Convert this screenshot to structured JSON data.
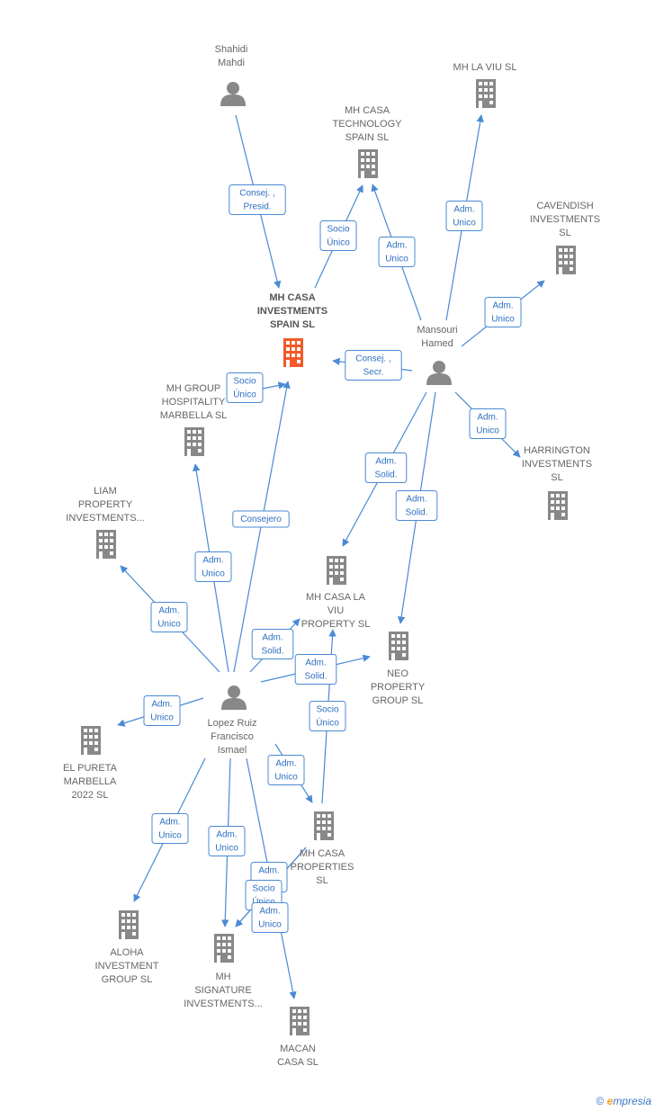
{
  "colors": {
    "edge": "#4a8ad4",
    "node": "#888888",
    "focus": "#f05a28",
    "label": "#666666"
  },
  "nodes": [
    {
      "id": "mhcasainv",
      "label": [
        "MH CASA",
        "INVESTMENTS",
        "SPAIN  SL"
      ],
      "kind": "company",
      "main": true
    },
    {
      "id": "shahidi",
      "label": [
        "Shahidi",
        "Mahdi"
      ],
      "kind": "person"
    },
    {
      "id": "mhlaviu",
      "label": [
        "MH LA VIU  SL"
      ],
      "kind": "company"
    },
    {
      "id": "mhcasatech",
      "label": [
        "MH CASA",
        "TECHNOLOGY",
        "SPAIN  SL"
      ],
      "kind": "company"
    },
    {
      "id": "cavendish",
      "label": [
        "CAVENDISH",
        "INVESTMENTS",
        "SL"
      ],
      "kind": "company"
    },
    {
      "id": "mansouri",
      "label": [
        "Mansouri",
        "Hamed"
      ],
      "kind": "person"
    },
    {
      "id": "harrington",
      "label": [
        "HARRINGTON",
        "INVESTMENTS",
        "SL"
      ],
      "kind": "company"
    },
    {
      "id": "mhgroup",
      "label": [
        "MH GROUP",
        "HOSPITALITY",
        "MARBELLA  SL"
      ],
      "kind": "company"
    },
    {
      "id": "liam",
      "label": [
        "LIAM",
        "PROPERTY",
        "INVESTMENTS..."
      ],
      "kind": "company"
    },
    {
      "id": "mhcasalaviu",
      "label": [
        "MH CASA LA",
        "VIU",
        "PROPERTY  SL"
      ],
      "kind": "company"
    },
    {
      "id": "neo",
      "label": [
        "NEO",
        "PROPERTY",
        "GROUP  SL"
      ],
      "kind": "company"
    },
    {
      "id": "lopez",
      "label": [
        "Lopez Ruiz",
        "Francisco",
        "Ismael"
      ],
      "kind": "person"
    },
    {
      "id": "elpureta",
      "label": [
        "EL PURETA",
        "MARBELLA",
        "2022  SL"
      ],
      "kind": "company"
    },
    {
      "id": "mhcasaprop",
      "label": [
        "MH CASA",
        "PROPERTIES",
        "SL"
      ],
      "kind": "company"
    },
    {
      "id": "aloha",
      "label": [
        "ALOHA",
        "INVESTMENT",
        "GROUP  SL"
      ],
      "kind": "company"
    },
    {
      "id": "mhsignature",
      "label": [
        "MH",
        "SIGNATURE",
        "INVESTMENTS..."
      ],
      "kind": "company"
    },
    {
      "id": "macan",
      "label": [
        "MACAN",
        "CASA  SL"
      ],
      "kind": "company"
    }
  ],
  "edges": [
    {
      "from": "shahidi",
      "to": "mhcasainv",
      "label": [
        "Consej. ,",
        "Presid."
      ]
    },
    {
      "from": "mhcasainv",
      "to": "mhcasatech",
      "label": [
        "Socio",
        "Único"
      ]
    },
    {
      "from": "mansouri",
      "to": "mhcasatech",
      "label": [
        "Adm.",
        "Unico"
      ]
    },
    {
      "from": "mansouri",
      "to": "mhlaviu",
      "label": [
        "Adm.",
        "Unico"
      ]
    },
    {
      "from": "mansouri",
      "to": "cavendish",
      "label": [
        "Adm.",
        "Unico"
      ]
    },
    {
      "from": "mansouri",
      "to": "mhcasainv",
      "label": [
        "Consej. ,",
        "Secr."
      ]
    },
    {
      "from": "mansouri",
      "to": "harrington",
      "label": [
        "Adm.",
        "Unico"
      ]
    },
    {
      "from": "mansouri",
      "to": "mhcasalaviu",
      "label": [
        "Adm.",
        "Solid."
      ]
    },
    {
      "from": "mansouri",
      "to": "neo",
      "label": [
        "Adm.",
        "Solid."
      ]
    },
    {
      "from": "mhgroup",
      "to": "mhcasainv",
      "label": [
        "Socio",
        "Único"
      ]
    },
    {
      "from": "lopez",
      "to": "mhcasainv",
      "label": [
        "Consejero"
      ]
    },
    {
      "from": "lopez",
      "to": "mhgroup",
      "label": [
        "Adm.",
        "Unico"
      ]
    },
    {
      "from": "lopez",
      "to": "liam",
      "label": [
        "Adm.",
        "Unico"
      ]
    },
    {
      "from": "lopez",
      "to": "mhcasalaviu",
      "label": [
        "Adm.",
        "Solid."
      ]
    },
    {
      "from": "lopez",
      "to": "neo",
      "label": [
        "Adm.",
        "Solid."
      ]
    },
    {
      "from": "lopez",
      "to": "elpureta",
      "label": [
        "Adm.",
        "Unico"
      ]
    },
    {
      "from": "mhcasaprop",
      "to": "mhcasalaviu",
      "label": [
        "Socio",
        "Único"
      ]
    },
    {
      "from": "lopez",
      "to": "mhcasaprop",
      "label": [
        "Adm.",
        "Unico"
      ]
    },
    {
      "from": "lopez",
      "to": "aloha",
      "label": [
        "Adm.",
        "Unico"
      ]
    },
    {
      "from": "lopez",
      "to": "mhsignature",
      "label": [
        "Adm.",
        "Unico"
      ]
    },
    {
      "from": "mhcasaprop",
      "to": "mhsignature",
      "label": [
        "Adm.",
        "Unico"
      ]
    },
    {
      "from": "mhcasaprop",
      "to": "mhsignature",
      "label": [
        "Socio",
        "Único"
      ]
    },
    {
      "from": "lopez",
      "to": "macan",
      "label": [
        "Adm.",
        "Unico"
      ]
    }
  ],
  "footer": {
    "copyright": "©",
    "brand_e": "e",
    "brand_rest": "mpresia"
  }
}
